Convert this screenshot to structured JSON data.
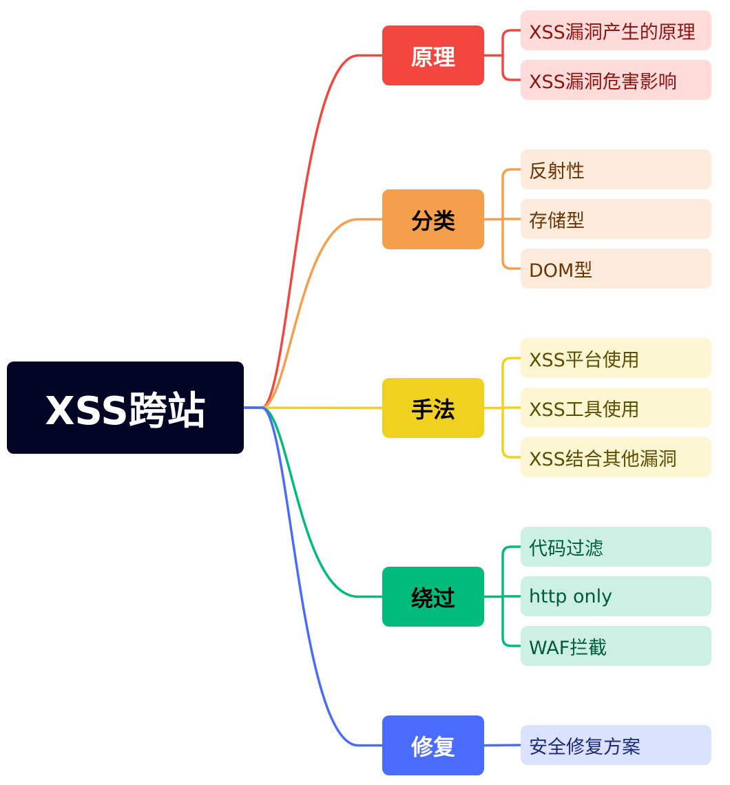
{
  "root": {
    "label": "XSS跨站",
    "color": "#020626",
    "text_color": "#ffffff"
  },
  "branches": [
    {
      "label": "原理",
      "color": "#f2463e",
      "text_color": "#ffffff",
      "leaf_bg": "#ffdbda",
      "leaf_text": "#8b1410",
      "leaves": [
        "XSS漏洞产生的原理",
        "XSS漏洞危害影响"
      ]
    },
    {
      "label": "分类",
      "color": "#f59f4c",
      "text_color": "#000000",
      "leaf_bg": "#feebdb",
      "leaf_text": "#6a3404",
      "leaves": [
        "反射性",
        "存储型",
        "DOM型"
      ]
    },
    {
      "label": "手法",
      "color": "#f0d11f",
      "text_color": "#000000",
      "leaf_bg": "#fcf6d2",
      "leaf_text": "#5c4d00",
      "leaves": [
        "XSS平台使用",
        "XSS工具使用",
        "XSS结合其他漏洞"
      ]
    },
    {
      "label": "绕过",
      "color": "#00bb7b",
      "text_color": "#000000",
      "leaf_bg": "#ccf1e4",
      "leaf_text": "#005a3c",
      "leaves": [
        "代码过滤",
        "http only",
        "WAF拦截"
      ]
    },
    {
      "label": "修复",
      "color": "#4a6cfd",
      "text_color": "#ffffff",
      "leaf_bg": "#dbe2fe",
      "leaf_text": "#1a2a78",
      "leaves": [
        "安全修复方案"
      ]
    }
  ]
}
